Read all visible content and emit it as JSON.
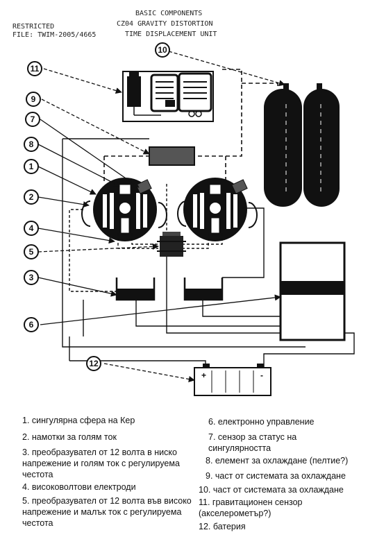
{
  "header": {
    "line1": "BASIC COMPONENTS",
    "line2": "CZ04 GRAVITY DISTORTION",
    "line3": "TIME DISPLACEMENT UNIT",
    "restricted": "RESTRICTED",
    "file": "FILE: TWIM-2005/4665"
  },
  "callouts": [
    "1",
    "2",
    "3",
    "4",
    "5",
    "6",
    "7",
    "8",
    "9",
    "10",
    "11",
    "12"
  ],
  "battery": {
    "plus": "+",
    "minus": "-"
  },
  "legend_left": [
    "1. сингулярна сфера на Кер",
    "2. намотки за голям ток",
    "3. преобразувател от 12 волта в ниско напрежение и голям ток с регулируема честота",
    "4. високоволтови електроди",
    "5. преобразувател от 12 волта във високо напрежение и малък ток с регулируема честота"
  ],
  "legend_right": [
    "6. електронно управление",
    "7. сензор за статус на сингулярността",
    "8. елемент за охлаждане (пелтие?)",
    "9. част от системата за охлаждане",
    "10. част от системата за охлаждане",
    "11. гравитационен сензор (акселерометър?)",
    "12. батерия"
  ]
}
